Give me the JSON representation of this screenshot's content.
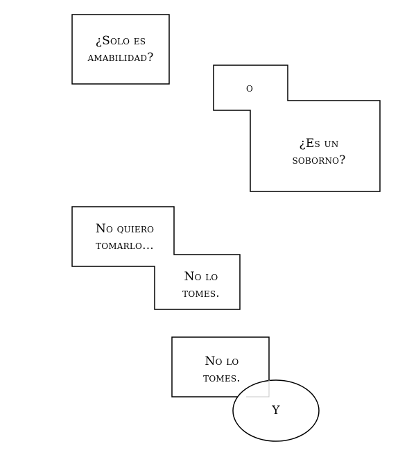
{
  "panels": [
    {
      "id": "box-1",
      "lines": [
        "¿Solo es",
        "amabilidad?"
      ]
    },
    {
      "id": "box-2a",
      "lines": [
        "o"
      ]
    },
    {
      "id": "box-2b",
      "lines": [
        "¿Es un",
        "soborno?"
      ]
    },
    {
      "id": "box-3a",
      "lines": [
        "No quiero",
        "tomarlo..."
      ]
    },
    {
      "id": "box-3b",
      "lines": [
        "No lo",
        "tomes."
      ]
    },
    {
      "id": "box-4a",
      "lines": [
        "No lo",
        "tomes."
      ]
    },
    {
      "id": "box-4b",
      "lines": [
        "Y"
      ]
    }
  ]
}
